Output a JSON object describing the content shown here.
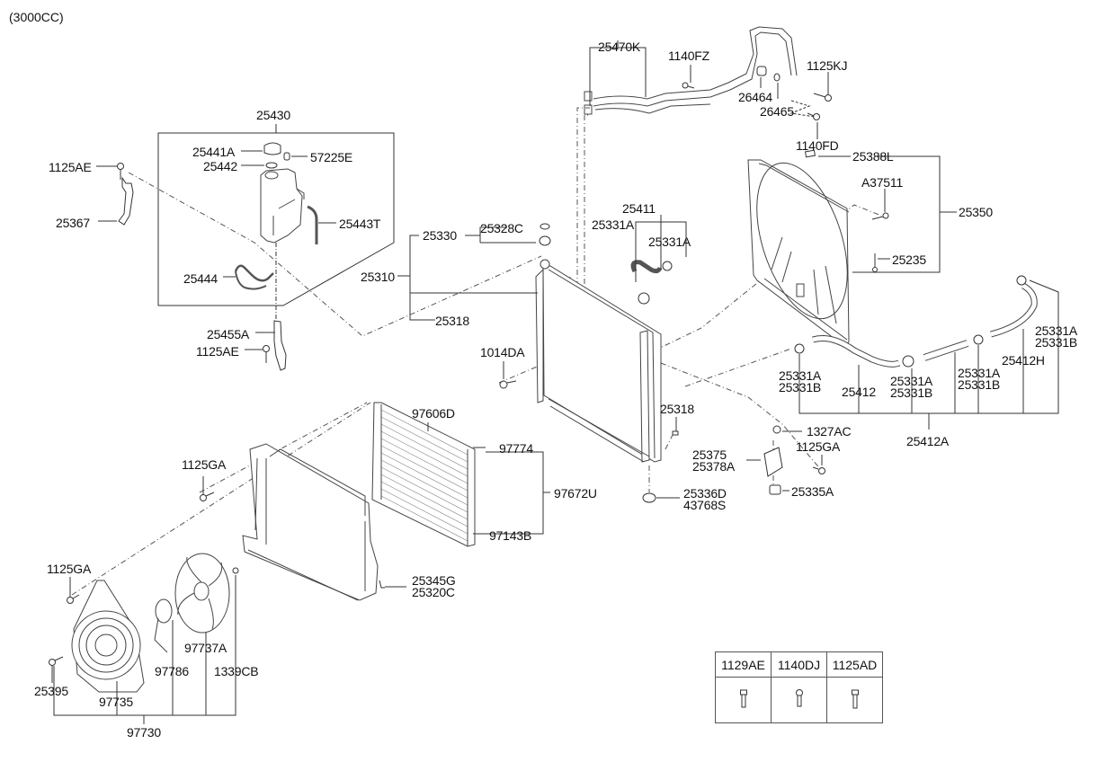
{
  "diagram": {
    "title": "(3000CC)",
    "type": "exploded parts diagram",
    "subject": "Radiator, cooling fan and hoses"
  },
  "labels": {
    "p25430": "25430",
    "p25441A": "25441A",
    "p25442": "25442",
    "p57225E": "57225E",
    "p1125AE_top": "1125AE",
    "p25367": "25367",
    "p25443T": "25443T",
    "p25444": "25444",
    "p25455A": "25455A",
    "p1125AE_bot": "1125AE",
    "p25470K": "25470K",
    "p1140FZ": "1140FZ",
    "p1125KJ": "1125KJ",
    "p26464": "26464",
    "p26465": "26465",
    "p1140FD": "1140FD",
    "p25388L": "25388L",
    "pA37511": "A37511",
    "p25350": "25350",
    "p25235": "25235",
    "p25411": "25411",
    "p25331A_l": "25331A",
    "p25331A_r": "25331A",
    "p25330": "25330",
    "p25328C": "25328C",
    "p25310": "25310",
    "p25318_l": "25318",
    "p1014DA": "1014DA",
    "p25318_r": "25318",
    "p97606D": "97606D",
    "p97774": "97774",
    "p97672U": "97672U",
    "p97143B": "97143B",
    "p1125GA_mid": "1125GA",
    "p25336D": [
      "25336D",
      "43768S"
    ],
    "p1327AC": "1327AC",
    "p25375": [
      "25375",
      "25378A"
    ],
    "p1125GA_r": "1125GA",
    "p25335A": "25335A",
    "p25331AB_1": [
      "25331A",
      "25331B"
    ],
    "p25412": "25412",
    "p25331AB_2": [
      "25331A",
      "25331B"
    ],
    "p25331AB_3": [
      "25331A",
      "25331B"
    ],
    "p25412H": "25412H",
    "p25331AB_4": [
      "25331A",
      "25331B"
    ],
    "p25412A": "25412A",
    "p1125GA_fan": "1125GA",
    "p25345G": [
      "25345G",
      "25320C"
    ],
    "p97737A": "97737A",
    "p97786": "97786",
    "p1339CB": "1339CB",
    "p25395": "25395",
    "p97735": "97735",
    "p97730": "97730"
  },
  "fastener_table": {
    "headers": [
      "1129AE",
      "1140DJ",
      "1125AD"
    ],
    "icons": [
      "bolt-icon",
      "bolt-icon",
      "bolt-icon"
    ]
  }
}
